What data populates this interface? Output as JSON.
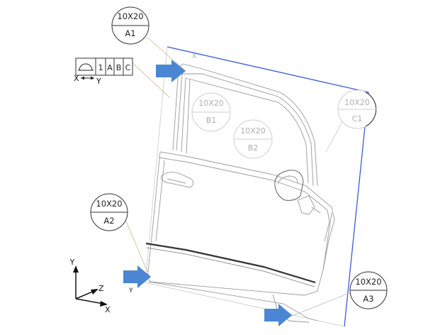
{
  "targets": [
    {
      "id": "A1",
      "size": "10X20",
      "faint": false
    },
    {
      "id": "A2",
      "size": "10X20",
      "faint": false
    },
    {
      "id": "A3",
      "size": "10X20",
      "faint": false
    },
    {
      "id": "B1",
      "size": "10X20",
      "faint": true
    },
    {
      "id": "B2",
      "size": "10X20",
      "faint": true
    },
    {
      "id": "C1",
      "size": "10X20",
      "faint": true
    }
  ],
  "fcf": {
    "datums": [
      "1",
      "A",
      "B",
      "C"
    ],
    "axis_x": "X",
    "axis_y": "Y"
  },
  "direction_labels": {
    "top_x": "X",
    "left_y": "Y"
  },
  "triad": {
    "x": "X",
    "y": "Y",
    "z": "Z"
  },
  "colors": {
    "plane": "#3b5bdb",
    "arrow": "#4a86d4",
    "leader": "#d2b48c",
    "door": "#9a9a9a",
    "faint": "#c8c8c8"
  }
}
